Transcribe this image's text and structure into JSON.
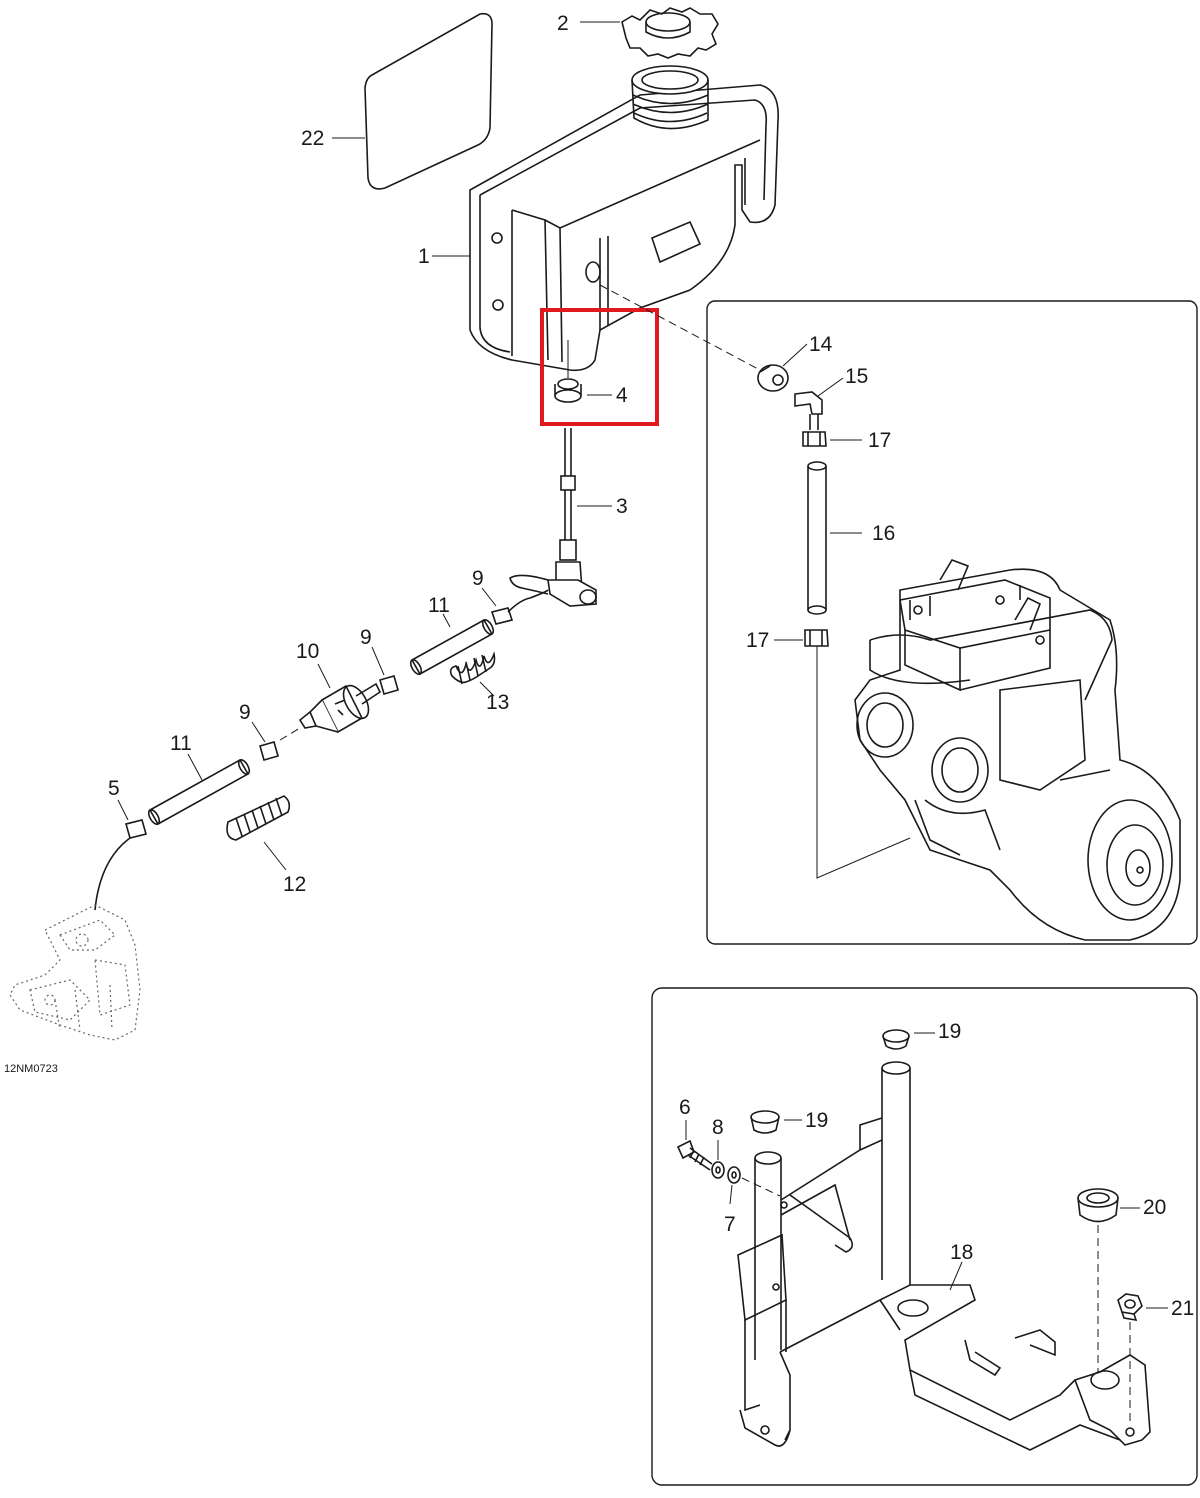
{
  "diagram": {
    "reference_code": "12NM0723",
    "highlight_color": "#e0191f",
    "line_color": "#1a1a1a",
    "labels": [
      {
        "id": "label-2",
        "text": "2"
      },
      {
        "id": "label-22",
        "text": "22"
      },
      {
        "id": "label-1",
        "text": "1"
      },
      {
        "id": "label-4",
        "text": "4"
      },
      {
        "id": "label-3",
        "text": "3"
      },
      {
        "id": "label-14",
        "text": "14"
      },
      {
        "id": "label-15",
        "text": "15"
      },
      {
        "id": "label-17a",
        "text": "17"
      },
      {
        "id": "label-16",
        "text": "16"
      },
      {
        "id": "label-17b",
        "text": "17"
      },
      {
        "id": "label-9a",
        "text": "9"
      },
      {
        "id": "label-11a",
        "text": "11"
      },
      {
        "id": "label-9b",
        "text": "9"
      },
      {
        "id": "label-10",
        "text": "10"
      },
      {
        "id": "label-13",
        "text": "13"
      },
      {
        "id": "label-9c",
        "text": "9"
      },
      {
        "id": "label-11b",
        "text": "11"
      },
      {
        "id": "label-5",
        "text": "5"
      },
      {
        "id": "label-12",
        "text": "12"
      },
      {
        "id": "label-19a",
        "text": "19"
      },
      {
        "id": "label-6",
        "text": "6"
      },
      {
        "id": "label-8",
        "text": "8"
      },
      {
        "id": "label-19b",
        "text": "19"
      },
      {
        "id": "label-7",
        "text": "7"
      },
      {
        "id": "label-20",
        "text": "20"
      },
      {
        "id": "label-18",
        "text": "18"
      },
      {
        "id": "label-21",
        "text": "21"
      }
    ]
  }
}
